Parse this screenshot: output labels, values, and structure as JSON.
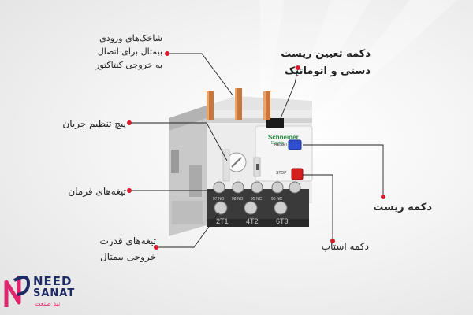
{
  "labels": {
    "input_blades": [
      "شاخک‌های ورودی",
      "بیمتال برای اتصال",
      "به خروجی کنتاکتور"
    ],
    "reset_set": [
      "دکمه تعیین ریست",
      "دستی و اتوماتیک"
    ],
    "current_screw": "پیچ تنظیم جریان",
    "command_blades": "تیغه‌های فرمان",
    "output_blades": [
      "تیغه‌های قدرت",
      "خروجی بیمتال"
    ],
    "reset_button": "دکمه ریست",
    "stop_button": "دکمه استاپ"
  },
  "device": {
    "brand": "Schneider",
    "brand_sub": "Electric",
    "reset_tag": "RESET",
    "stop_tag": "STOP",
    "terminals": [
      "2T1",
      "4T2",
      "6T3"
    ],
    "contacts": [
      "97 NO",
      "98 NO",
      "95 NC",
      "96 NC"
    ]
  },
  "logo": {
    "line1": "NEED",
    "line2": "SANAT",
    "persian": "نید صنعت"
  },
  "colors": {
    "leader": "#d81c2c",
    "body": "#d9d9d9",
    "reset_button": "#2f4fd0",
    "stop_button": "#d51f1f",
    "copper": "#c9773a",
    "brand_green": "#1c8a3c"
  }
}
